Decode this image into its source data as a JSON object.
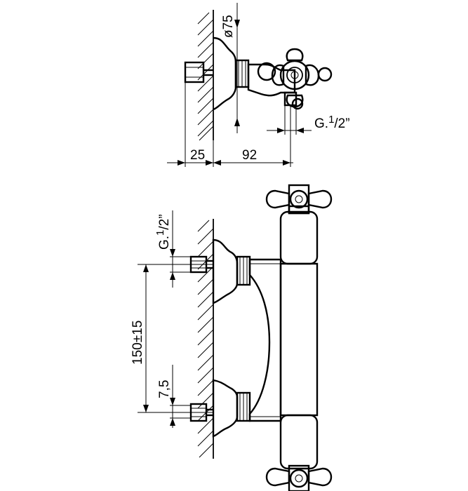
{
  "dimensions": {
    "diameter": "ø75",
    "wall_offset": "25",
    "projection": "92",
    "thread_side": "G.1/2\"",
    "thread_front": "G.1/2\"",
    "center_distance": "150±15",
    "eccentric": "7,5"
  },
  "thread_parts": {
    "prefix": "G.",
    "sup": "1",
    "suffix": "/2”"
  }
}
